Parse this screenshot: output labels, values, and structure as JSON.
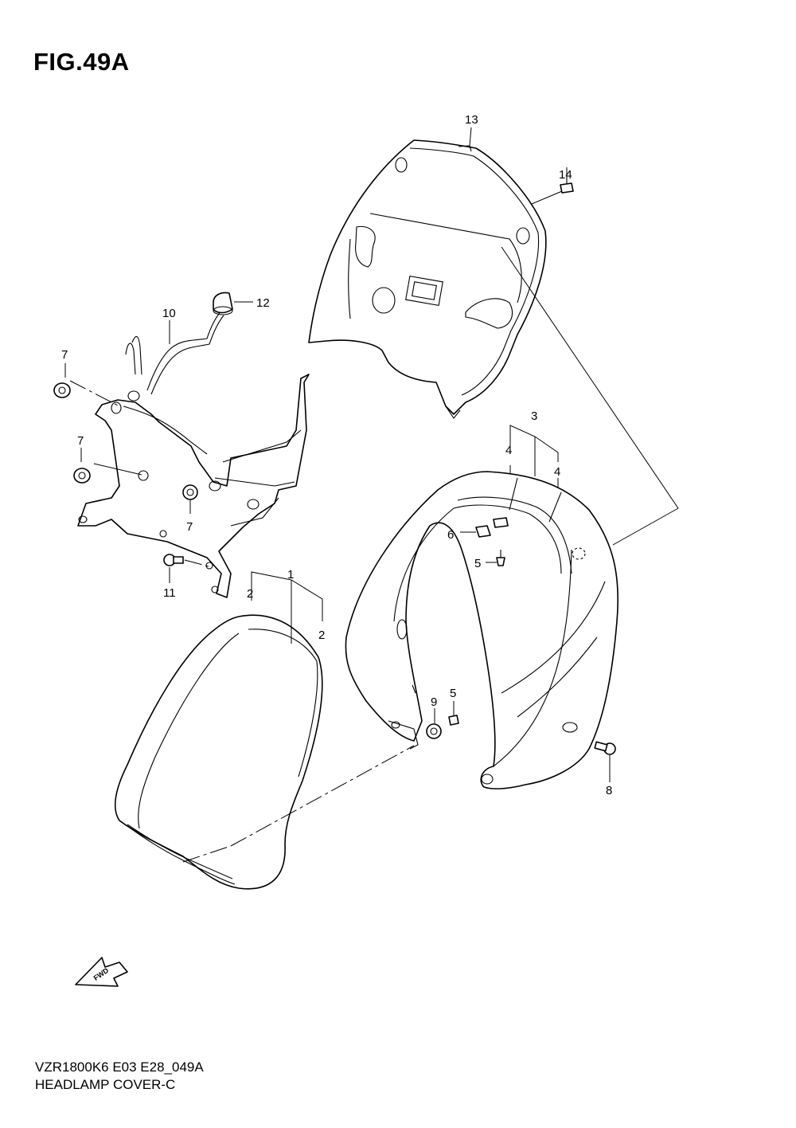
{
  "figure_title": "FIG.49A",
  "model_code": "VZR1800K6 E03 E28_049A",
  "diagram_title": "HEADLAMP COVER-C",
  "fwd_label": "FWD",
  "callouts": {
    "p2a": "2",
    "p2b": "2",
    "p2main": "1",
    "p3": "3",
    "p4a": "4",
    "p4b": "4",
    "p5a": "5",
    "p5b": "5",
    "p6": "6",
    "p7a": "7",
    "p7b": "7",
    "p7c": "7",
    "p8": "8",
    "p9": "9",
    "p10": "10",
    "p11": "11",
    "p12": "12",
    "p13": "13",
    "p14": "14"
  }
}
